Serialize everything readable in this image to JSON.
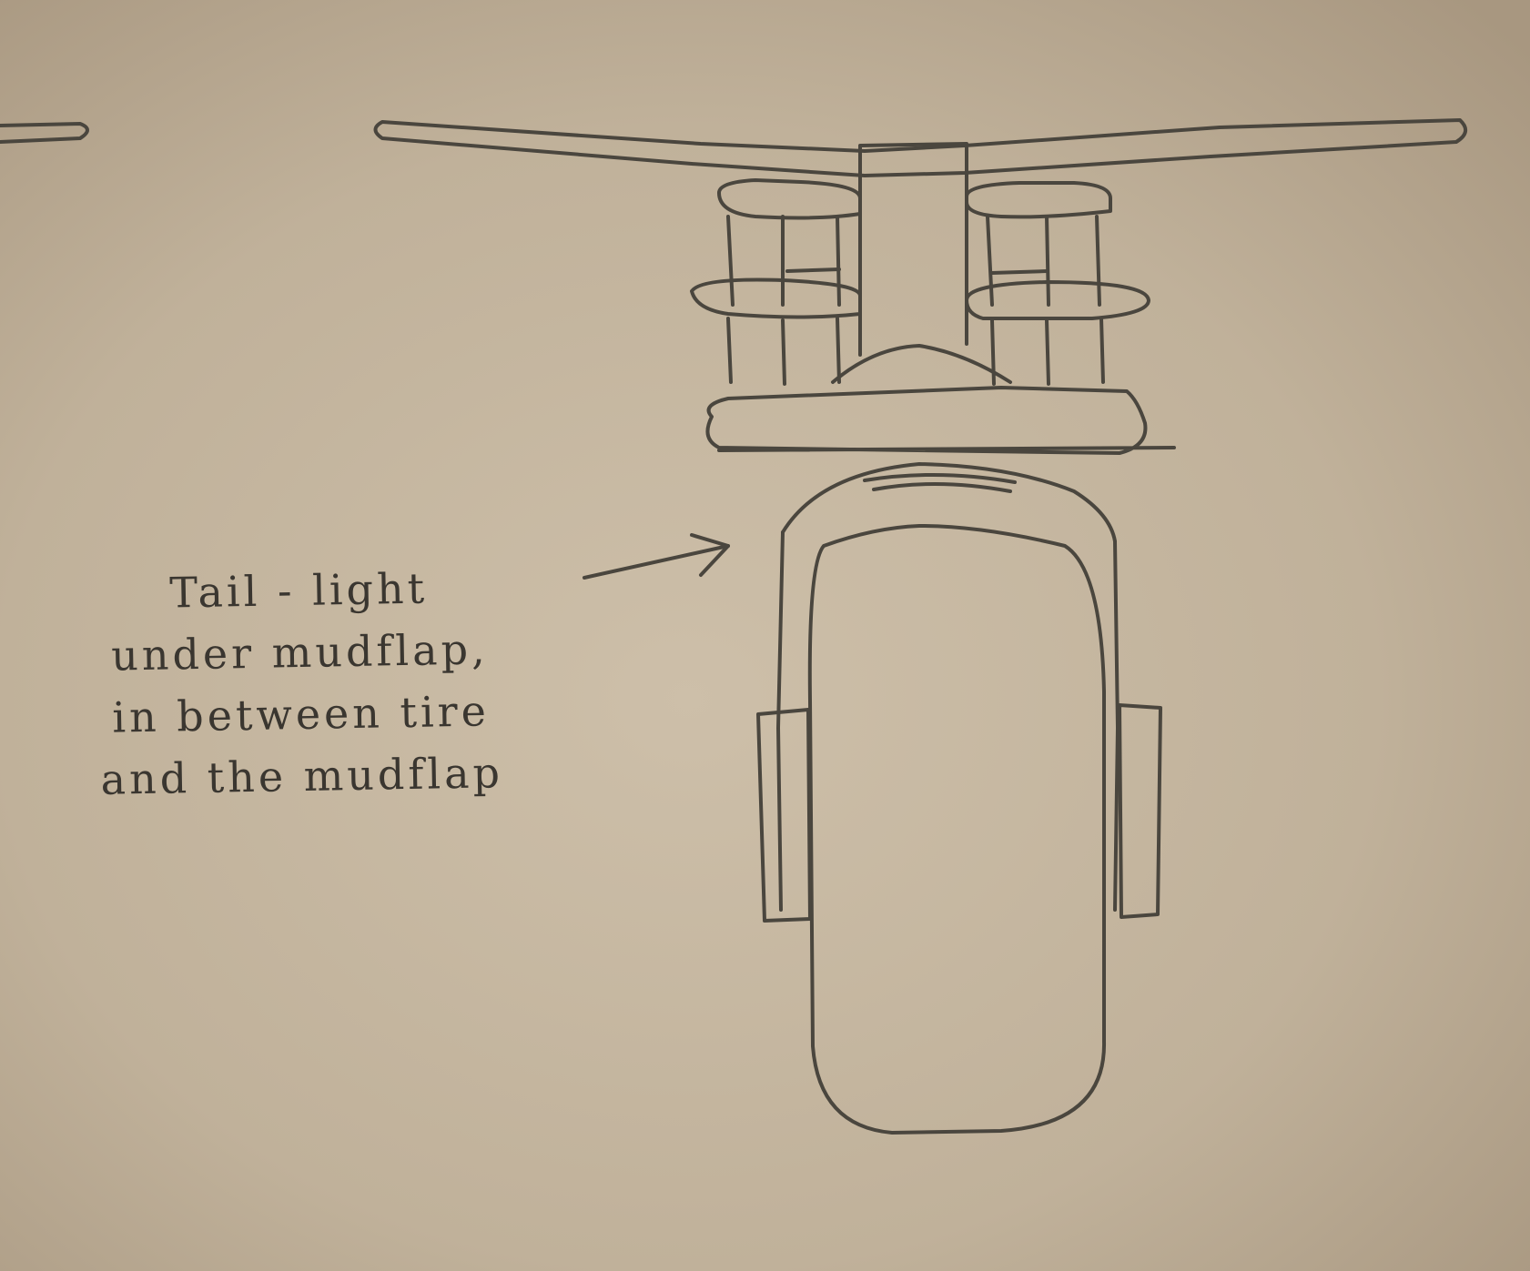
{
  "sketch": {
    "annotation_lines": [
      "Tail - light",
      "under mudflap,",
      "in between tire",
      "and the mudflap"
    ]
  },
  "colors": {
    "paper": "#c2b39c",
    "pencil": "#4a463e"
  }
}
